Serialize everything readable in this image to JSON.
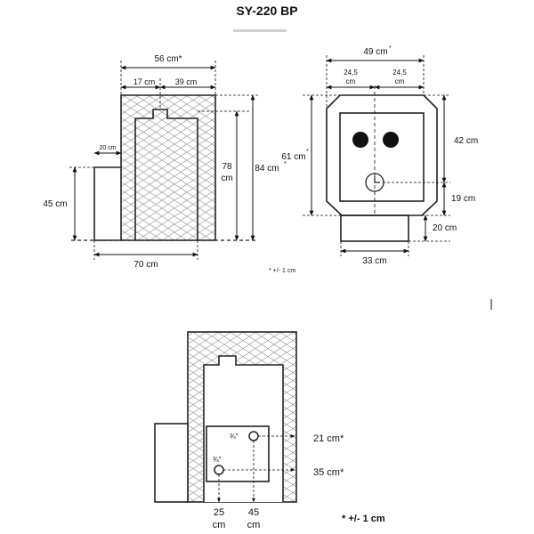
{
  "title": "SY-220 BP",
  "side_view": {
    "width_top": "56 cm*",
    "seg_left": "17 cm",
    "seg_right": "39 cm",
    "step": "20 cm",
    "h45": "45 cm",
    "h78_a": "78",
    "h78_b": "cm",
    "h84": "84 cm",
    "h84_sup": "*",
    "bottom": "70 cm",
    "note": "* +/- 1 cm"
  },
  "front_view": {
    "top": "49 cm",
    "top_sup": "*",
    "half_left_a": "24,5",
    "half_left_b": "cm",
    "half_right_a": "24,5",
    "half_right_b": "cm",
    "h61": "61 cm",
    "h61_sup": "*",
    "h42": "42 cm",
    "h19": "19 cm",
    "h20": "20 cm",
    "base": "33 cm"
  },
  "connection_view": {
    "pipe_top_label": "¾\"",
    "pipe_bottom_label": "¾\"",
    "h21": "21 cm*",
    "h35": "35 cm*",
    "x25_a": "25",
    "x25_b": "cm",
    "x45_a": "45",
    "x45_b": "cm",
    "note": "* +/- 1 cm"
  }
}
